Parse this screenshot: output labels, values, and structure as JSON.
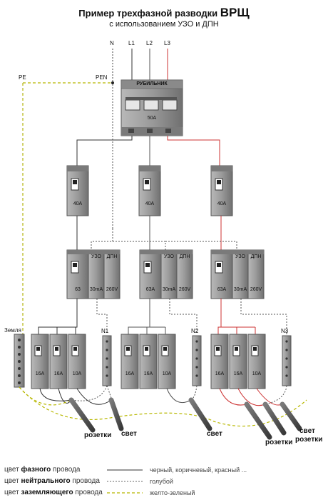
{
  "title": {
    "line1_prefix": "Пример трехфазной разводки",
    "line1_emph": "ВРЩ",
    "line2": "с использованием УЗО и ДПН"
  },
  "bus_labels": {
    "n": "N",
    "l1": "L1",
    "l2": "L2",
    "l3": "L3",
    "pe": "PE",
    "pen": "PEN",
    "zemlya": "Земля",
    "n1": "N1",
    "n2": "N2",
    "n3": "N3"
  },
  "main_switch": {
    "name": "РУБИЛЬНИК",
    "rating": "50A"
  },
  "phase_breakers": [
    {
      "rating": "40A"
    },
    {
      "rating": "40A"
    },
    {
      "rating": "40A"
    }
  ],
  "rcd_groups": [
    {
      "uzo": "УЗО",
      "dpn": "ДПН",
      "rating": "63",
      "leak": "30mA",
      "voltage": "260V"
    },
    {
      "uzo": "УЗО",
      "dpn": "ДПН",
      "rating": "63A",
      "leak": "30mA",
      "voltage": "260V"
    },
    {
      "uzo": "УЗО",
      "dpn": "ДПН",
      "rating": "63A",
      "leak": "30mA",
      "voltage": "260V"
    }
  ],
  "outgoing_groups": [
    {
      "breakers": [
        "16A",
        "16A",
        "10A"
      ]
    },
    {
      "breakers": [
        "16A",
        "16A",
        "10A"
      ]
    },
    {
      "breakers": [
        "16A",
        "16A",
        "10A"
      ]
    }
  ],
  "cable_labels": {
    "rozetki1": "розетки",
    "svet1": "свет",
    "svet2": "свет",
    "rozetki3": "розетки",
    "svet3": "свет",
    "rozetki4": "розетки"
  },
  "legend": {
    "phase": {
      "prefix": "цвет ",
      "bold": "фазного",
      "suffix": " провода",
      "colors": "черный, коричневый, красный ..."
    },
    "neutral": {
      "prefix": "цвет ",
      "bold": "нейтрального",
      "suffix": " провода",
      "colors": "голубой"
    },
    "ground": {
      "prefix": "цвет ",
      "bold": "заземляющего",
      "suffix": " провода",
      "colors": "желто-зеленый"
    }
  },
  "colors": {
    "phase_l1": "#333333",
    "phase_l2": "#555555",
    "phase_l3": "#cc3333",
    "neutral": "#444444",
    "ground": "#b8b800",
    "device_body": "#9a9a9a",
    "device_dark": "#6e6e6e"
  }
}
